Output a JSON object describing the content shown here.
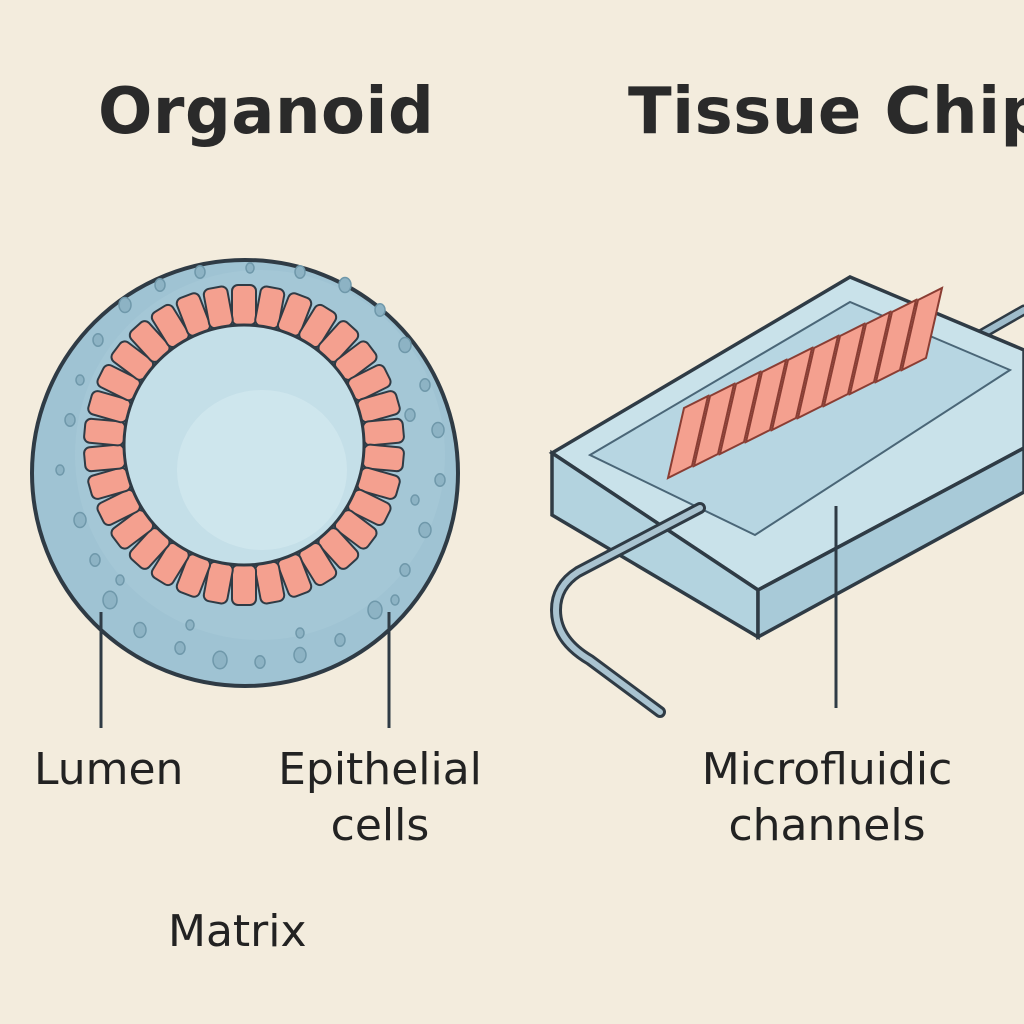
{
  "organoid": {
    "title": "Organoid",
    "labels": {
      "lumen": "Lumen",
      "epithelial_line1": "Epithelial",
      "epithelial_line2": "cells",
      "matrix": "Matrix"
    }
  },
  "tissue_chip": {
    "title": "Tissue Chip",
    "labels": {
      "microfluidic_line1": "Microfluidic",
      "microfluidic_line2": "channels"
    }
  },
  "colors": {
    "background": "#f3ecdd",
    "matrix_fill": "#9fc3d3",
    "lumen_fill": "#c4dfe8",
    "cell_fill": "#f4a08f",
    "outline": "#2f3b45",
    "chip_fill": "#c9e2ea"
  }
}
